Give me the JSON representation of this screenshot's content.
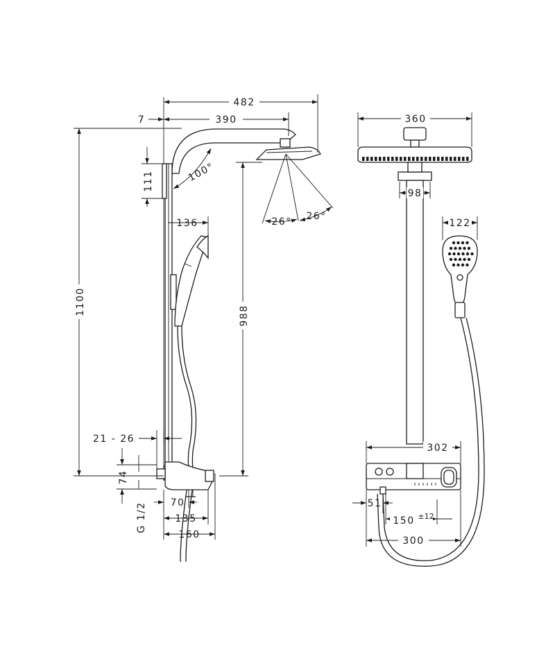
{
  "side_view": {
    "overall_width": "482",
    "arm_length": "390",
    "wall_offset": "7",
    "overall_height": "1100",
    "head_height": "988",
    "bracket_gap": "111",
    "arm_angle": "100°",
    "tilt_left": "26°",
    "tilt_right": "26°",
    "handshower_width": "136",
    "wall_distance": "21 - 26",
    "inlet_spacing": "74",
    "inlet_thread": "G 1/2",
    "depth_70": "70",
    "depth_135": "135",
    "depth_160": "160"
  },
  "front_view": {
    "head_width": "360",
    "bracket_width": "98",
    "handshower_width": "122",
    "thermostat_width": "302",
    "outlet_offset": "51",
    "inlet_spacing": "150",
    "inlet_tolerance": "±12",
    "thermostat_base": "300"
  }
}
